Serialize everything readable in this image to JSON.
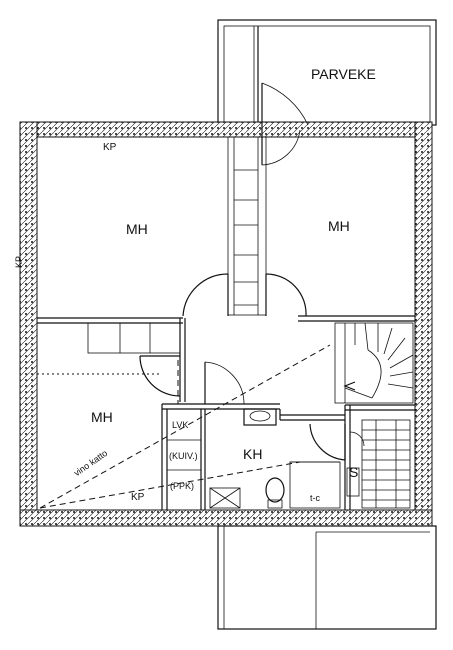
{
  "rooms": {
    "balcony": "PARVEKE",
    "bedroom_top_left": "MH",
    "bedroom_top_right": "MH",
    "bedroom_bottom_left": "MH",
    "bathroom": "KH"
  },
  "labels": {
    "kp_top": "KP",
    "kp_bottom": "KP",
    "kp_side": "KP",
    "lvk": "LVK",
    "kuiv": "(KUIV.)",
    "ppk": "(PPK)",
    "sauna": "S",
    "sloped_ceiling": "vino katto",
    "wc_note": "t-c"
  }
}
